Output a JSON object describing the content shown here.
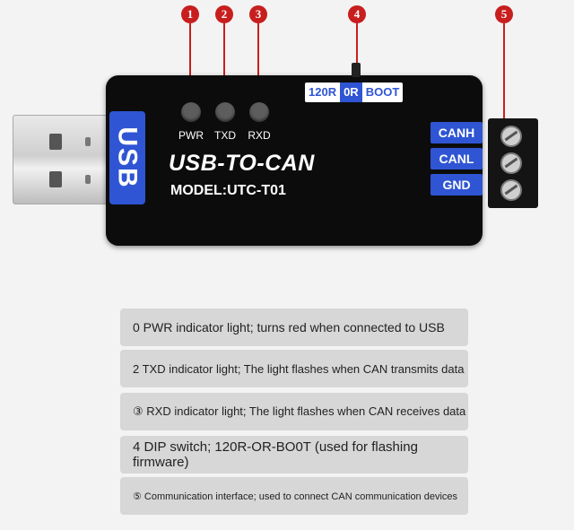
{
  "markers": [
    "1",
    "2",
    "3",
    "4",
    "5"
  ],
  "device": {
    "usb_tag": "USB",
    "leds": [
      "PWR",
      "TXD",
      "RXD"
    ],
    "switch_labels": [
      "120R",
      "0R",
      "BOOT"
    ],
    "active_switch": "0R",
    "brand": "USB-TO-CAN",
    "model": "MODEL:UTC-T01",
    "pins": [
      "CANH",
      "CANL",
      "GND"
    ]
  },
  "descriptions": [
    "0 PWR indicator light; turns red when connected to USB",
    "2 TXD indicator light; The light flashes when CAN transmits data",
    "③ RXD indicator light; The light flashes when CAN receives data",
    "4 DIP switch; 120R-OR-BO0T (used for flashing firmware)",
    "⑤ Communication interface; used to connect CAN communication devices"
  ],
  "colors": {
    "accent_blue": "#2f55d4",
    "marker_red": "#c81e1e",
    "body": "#0c0c0c"
  }
}
